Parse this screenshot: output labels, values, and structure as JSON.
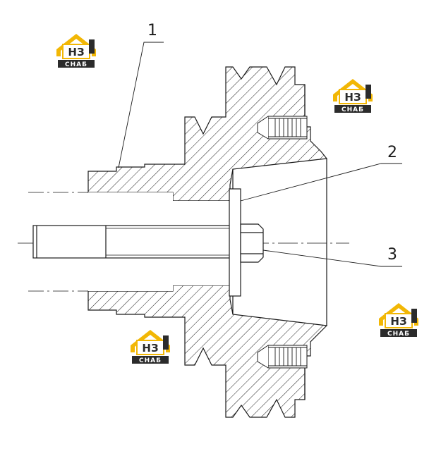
{
  "callouts": {
    "c1": "1",
    "c2": "2",
    "c3": "3"
  },
  "watermark": {
    "text_top": "НЗ",
    "text_bottom": "СНАБ",
    "colors": {
      "roof": "#f2b705",
      "dark": "#2b2b2b",
      "white": "#ffffff"
    }
  },
  "colors": {
    "line": "#1a1a1a",
    "hatch": "#1a1a1a",
    "background": "#ffffff"
  }
}
